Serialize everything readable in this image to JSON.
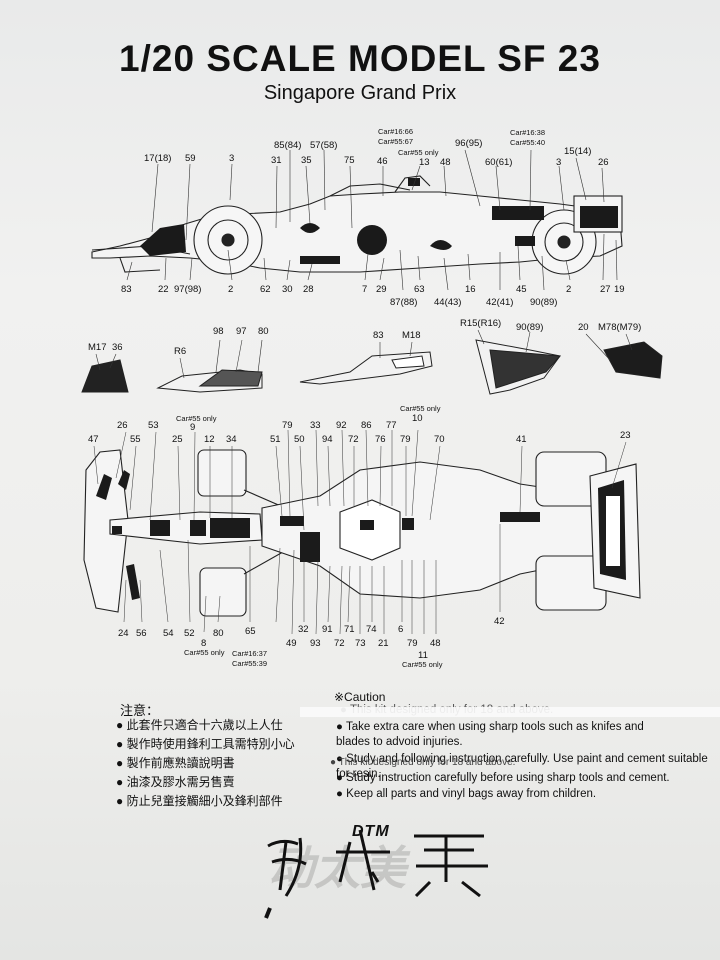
{
  "header": {
    "title": "1/20 SCALE MODEL SF 23",
    "subtitle": "Singapore Grand Prix"
  },
  "side_view_labels": {
    "top": [
      "17(18)",
      "59",
      "3",
      "31",
      "85(84)",
      "35",
      "57(58)",
      "75",
      "46",
      "13",
      "48",
      "96(95)",
      "60(61)",
      "3",
      "15(14)",
      "26"
    ],
    "top_car_notes": [
      "Car#16:66",
      "Car#55:67",
      "Car#55 only",
      "Car#16:38",
      "Car#55:40"
    ],
    "bottom": [
      "83",
      "22",
      "97(98)",
      "2",
      "62",
      "30",
      "28",
      "7",
      "29",
      "63",
      "87(88)",
      "44(43)",
      "16",
      "45",
      "42(41)",
      "90(89)",
      "2",
      "27",
      "19"
    ]
  },
  "detail_parts": [
    "M17",
    "36",
    "R6",
    "98",
    "97",
    "80",
    "83",
    "M18",
    "R15(R16)",
    "90(89)",
    "20",
    "M78(M79)"
  ],
  "top_view_labels": {
    "top": [
      "47",
      "26",
      "55",
      "53",
      "Car#55 only",
      "9",
      "25",
      "12",
      "34",
      "79",
      "51",
      "50",
      "33",
      "94",
      "92",
      "72",
      "86",
      "76",
      "77",
      "Car#55 only",
      "10",
      "79",
      "70",
      "41",
      "23"
    ],
    "bottom": [
      "24",
      "56",
      "54",
      "52",
      "8",
      "Car#55 only",
      "80",
      "65",
      "Car#16:37",
      "Car#55:39",
      "49",
      "32",
      "93",
      "91",
      "72",
      "71",
      "73",
      "74",
      "21",
      "6",
      "79",
      "48",
      "11",
      "Car#55 only",
      "42"
    ]
  },
  "notes_zh": {
    "title": "注意：",
    "items": [
      "此套件只適合十六歲以上人仕",
      "製作時使用鋒利工具需特別小心",
      "製作前應熟讀說明書",
      "油漆及膠水需另售賣",
      "防止兒童接觸細小及鋒利部件"
    ]
  },
  "notes_en": {
    "title": "※Caution",
    "items": [
      "This kit designed only for 18 and above.",
      "Take extra care when using sharp tools such as knifes and blades to advoid injuries.",
      "Study and following instruction carefully. Use paint and cement suitable for resin.",
      "This kit designed only for 18 and above.",
      "Study instruction carefully before using sharp tools and cement.",
      "Keep all parts and vinyl bags away from children."
    ]
  },
  "brand": {
    "mark": "DTM",
    "name": "动太美"
  }
}
